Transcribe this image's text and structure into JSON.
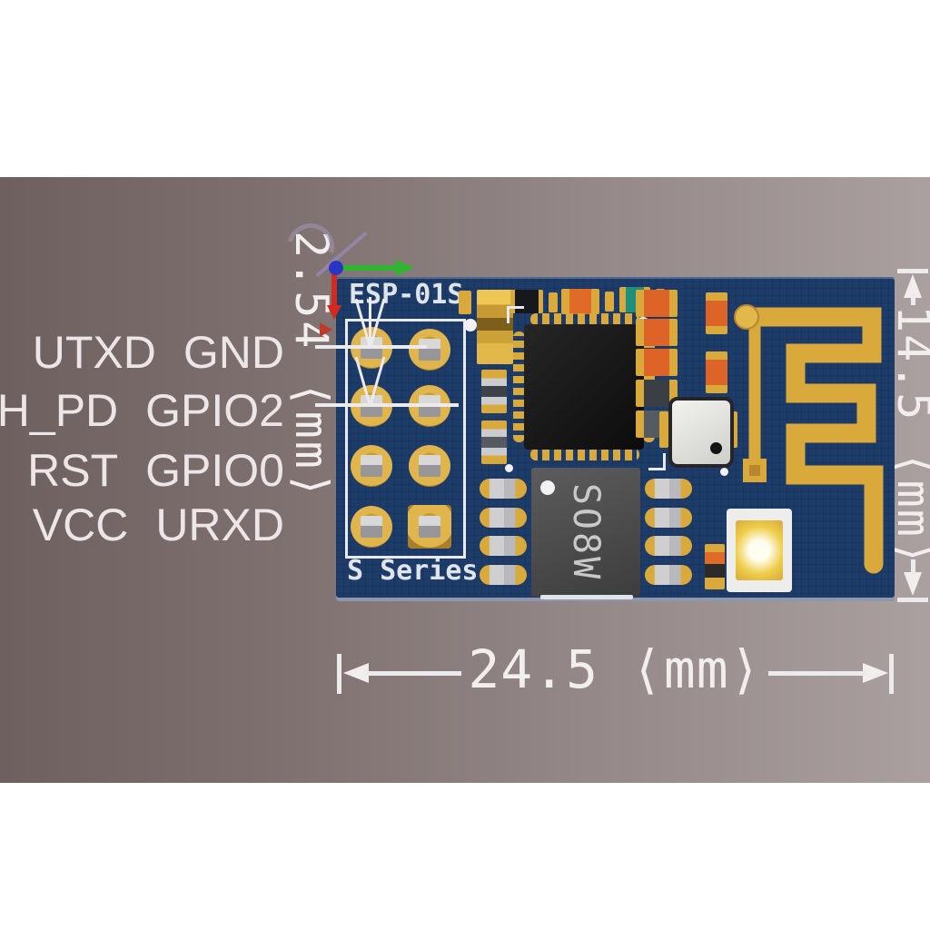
{
  "pin_labels": {
    "rows": [
      {
        "left": "UTXD",
        "right": "GND"
      },
      {
        "left": "CH_PD",
        "right": "GPIO2"
      },
      {
        "left": "RST",
        "right": "GPIO0"
      },
      {
        "left": "VCC",
        "right": "URXD"
      }
    ]
  },
  "dimensions": {
    "pitch": "2.54 ⟨mm⟩",
    "width": "24.5 ⟨mm⟩",
    "height": "14.5 ⟨mm⟩"
  },
  "board": {
    "model": "ESP-01S",
    "series": "S Series",
    "flash_chip": "SO8W"
  },
  "colors": {
    "pcb": "#1e3c6a",
    "gold": "#d9a93c",
    "background_left": "#6e605f",
    "background_right": "#aaa09f",
    "axis_x": "#2fb52f",
    "axis_y": "#d42a1e",
    "origin": "#2a35c8"
  }
}
